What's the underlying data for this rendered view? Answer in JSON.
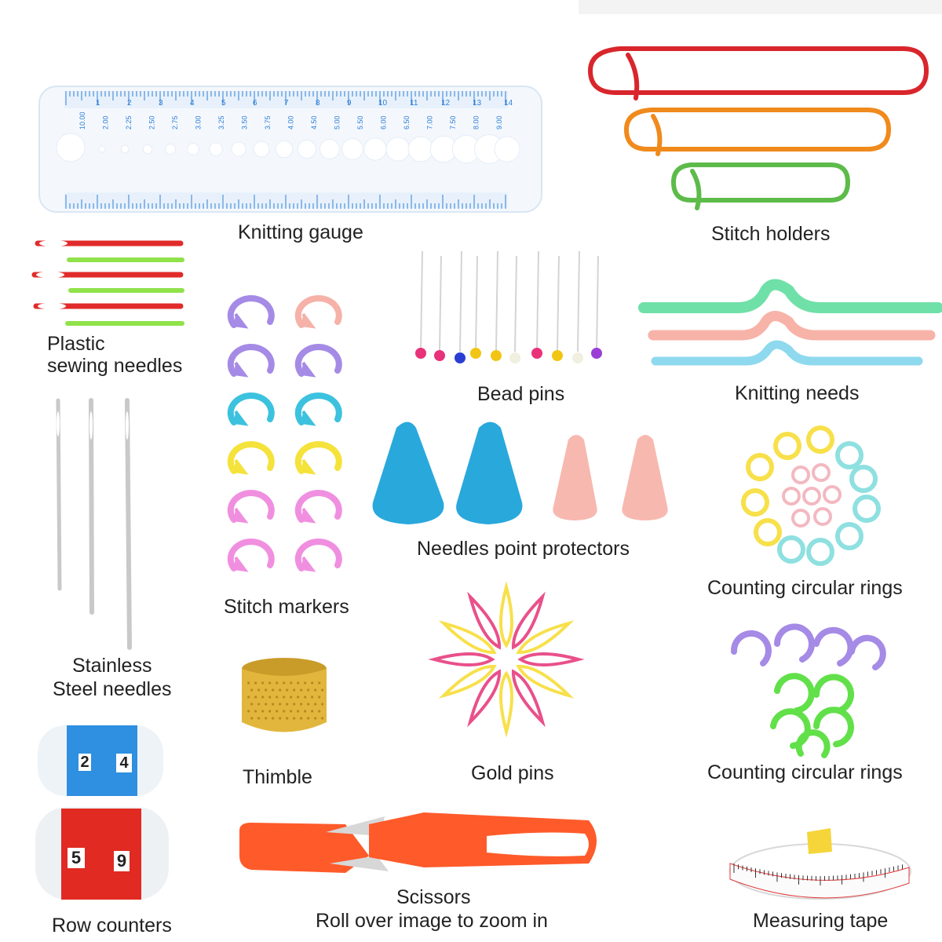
{
  "labels": {
    "knitting_gauge": "Knitting gauge",
    "stitch_holders": "Stitch holders",
    "plastic_line1": "Plastic",
    "plastic_line2": "sewing needles",
    "bead_pins": "Bead pins",
    "knitting_needs": "Knitting needs",
    "point_protectors": "Needles point protectors",
    "counting_rings_1": "Counting circular rings",
    "stitch_markers": "Stitch markers",
    "steel_line1": "Stainless",
    "steel_line2": "Steel needles",
    "thimble": "Thimble",
    "gold_pins": "Gold pins",
    "counting_rings_2": "Counting circular rings",
    "row_counters": "Row counters",
    "scissors": "Scissors",
    "zoom_hint": "Roll over image to zoom in",
    "measuring_tape": "Measuring tape"
  },
  "gauge": {
    "ruler_numbers": [
      "1",
      "2",
      "3",
      "4",
      "5",
      "6",
      "7",
      "8",
      "9",
      "10",
      "11",
      "12",
      "13",
      "14"
    ],
    "mm_sizes": [
      "10.00",
      "2.00",
      "2.25",
      "2.50",
      "2.75",
      "3.00",
      "3.25",
      "3.50",
      "3.75",
      "4.00",
      "4.50",
      "5.00",
      "5.50",
      "6.00",
      "6.50",
      "7.00",
      "7.50",
      "8.00",
      "9.00"
    ]
  },
  "row_counter": {
    "blue_digits": [
      "2",
      "4"
    ],
    "red_digits": [
      "5",
      "9"
    ]
  },
  "colors": {
    "gauge_blue": "#2f7fd6",
    "holder_red": "#d8262c",
    "holder_orange": "#f08a1c",
    "holder_green": "#5dbb4a",
    "needle_red": "#e12b2b",
    "needle_green": "#8fe24a",
    "cable_green": "#6fe0a8",
    "cable_pink": "#f7b3a8",
    "cable_blue": "#8fd9ef",
    "protector_blue": "#29a8dc",
    "protector_pink": "#f7b8b0",
    "marker_purple": "#a58ae6",
    "marker_pink": "#f6b2a8",
    "marker_teal": "#3cc2de",
    "marker_yellow": "#f5e23a",
    "marker_magenta": "#f08fe0",
    "ring_yellow": "#f7e04a",
    "ring_teal": "#8fe0e0",
    "ring_pink": "#f3b8c0",
    "thimble_gold": "#e2b63c",
    "scissor_orange": "#ff5a2a",
    "counter_blue": "#2f8fe0",
    "counter_red": "#e02a22",
    "tape_yellow": "#f5d53a"
  }
}
